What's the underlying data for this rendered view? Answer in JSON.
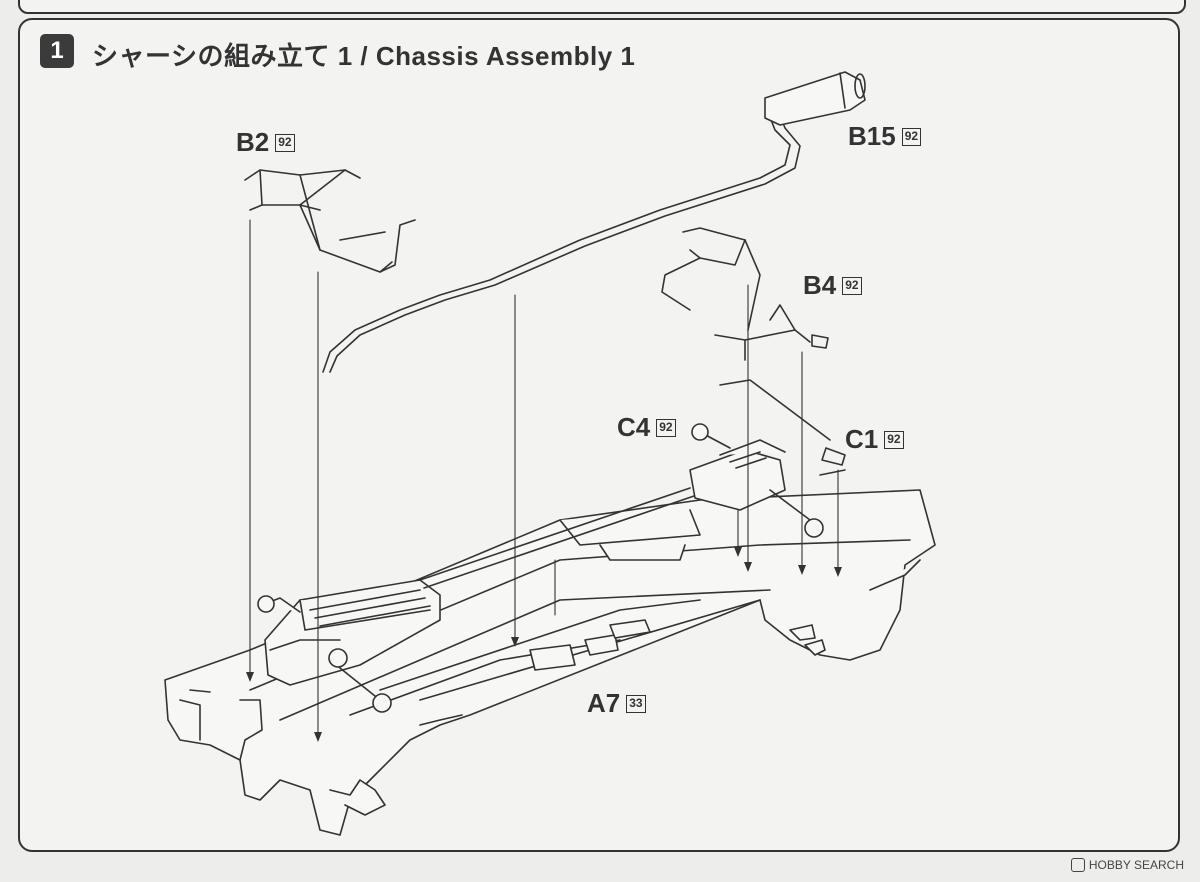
{
  "step": {
    "number": "1",
    "title": "シャーシの組み立て 1 / Chassis Assembly 1"
  },
  "parts": [
    {
      "code": "B2",
      "runner": "92"
    },
    {
      "code": "B15",
      "runner": "92"
    },
    {
      "code": "B4",
      "runner": "92"
    },
    {
      "code": "C4",
      "runner": "92"
    },
    {
      "code": "C1",
      "runner": "92"
    },
    {
      "code": "A7",
      "runner": "33"
    }
  ],
  "watermark": {
    "text": "HOBBY SEARCH"
  }
}
